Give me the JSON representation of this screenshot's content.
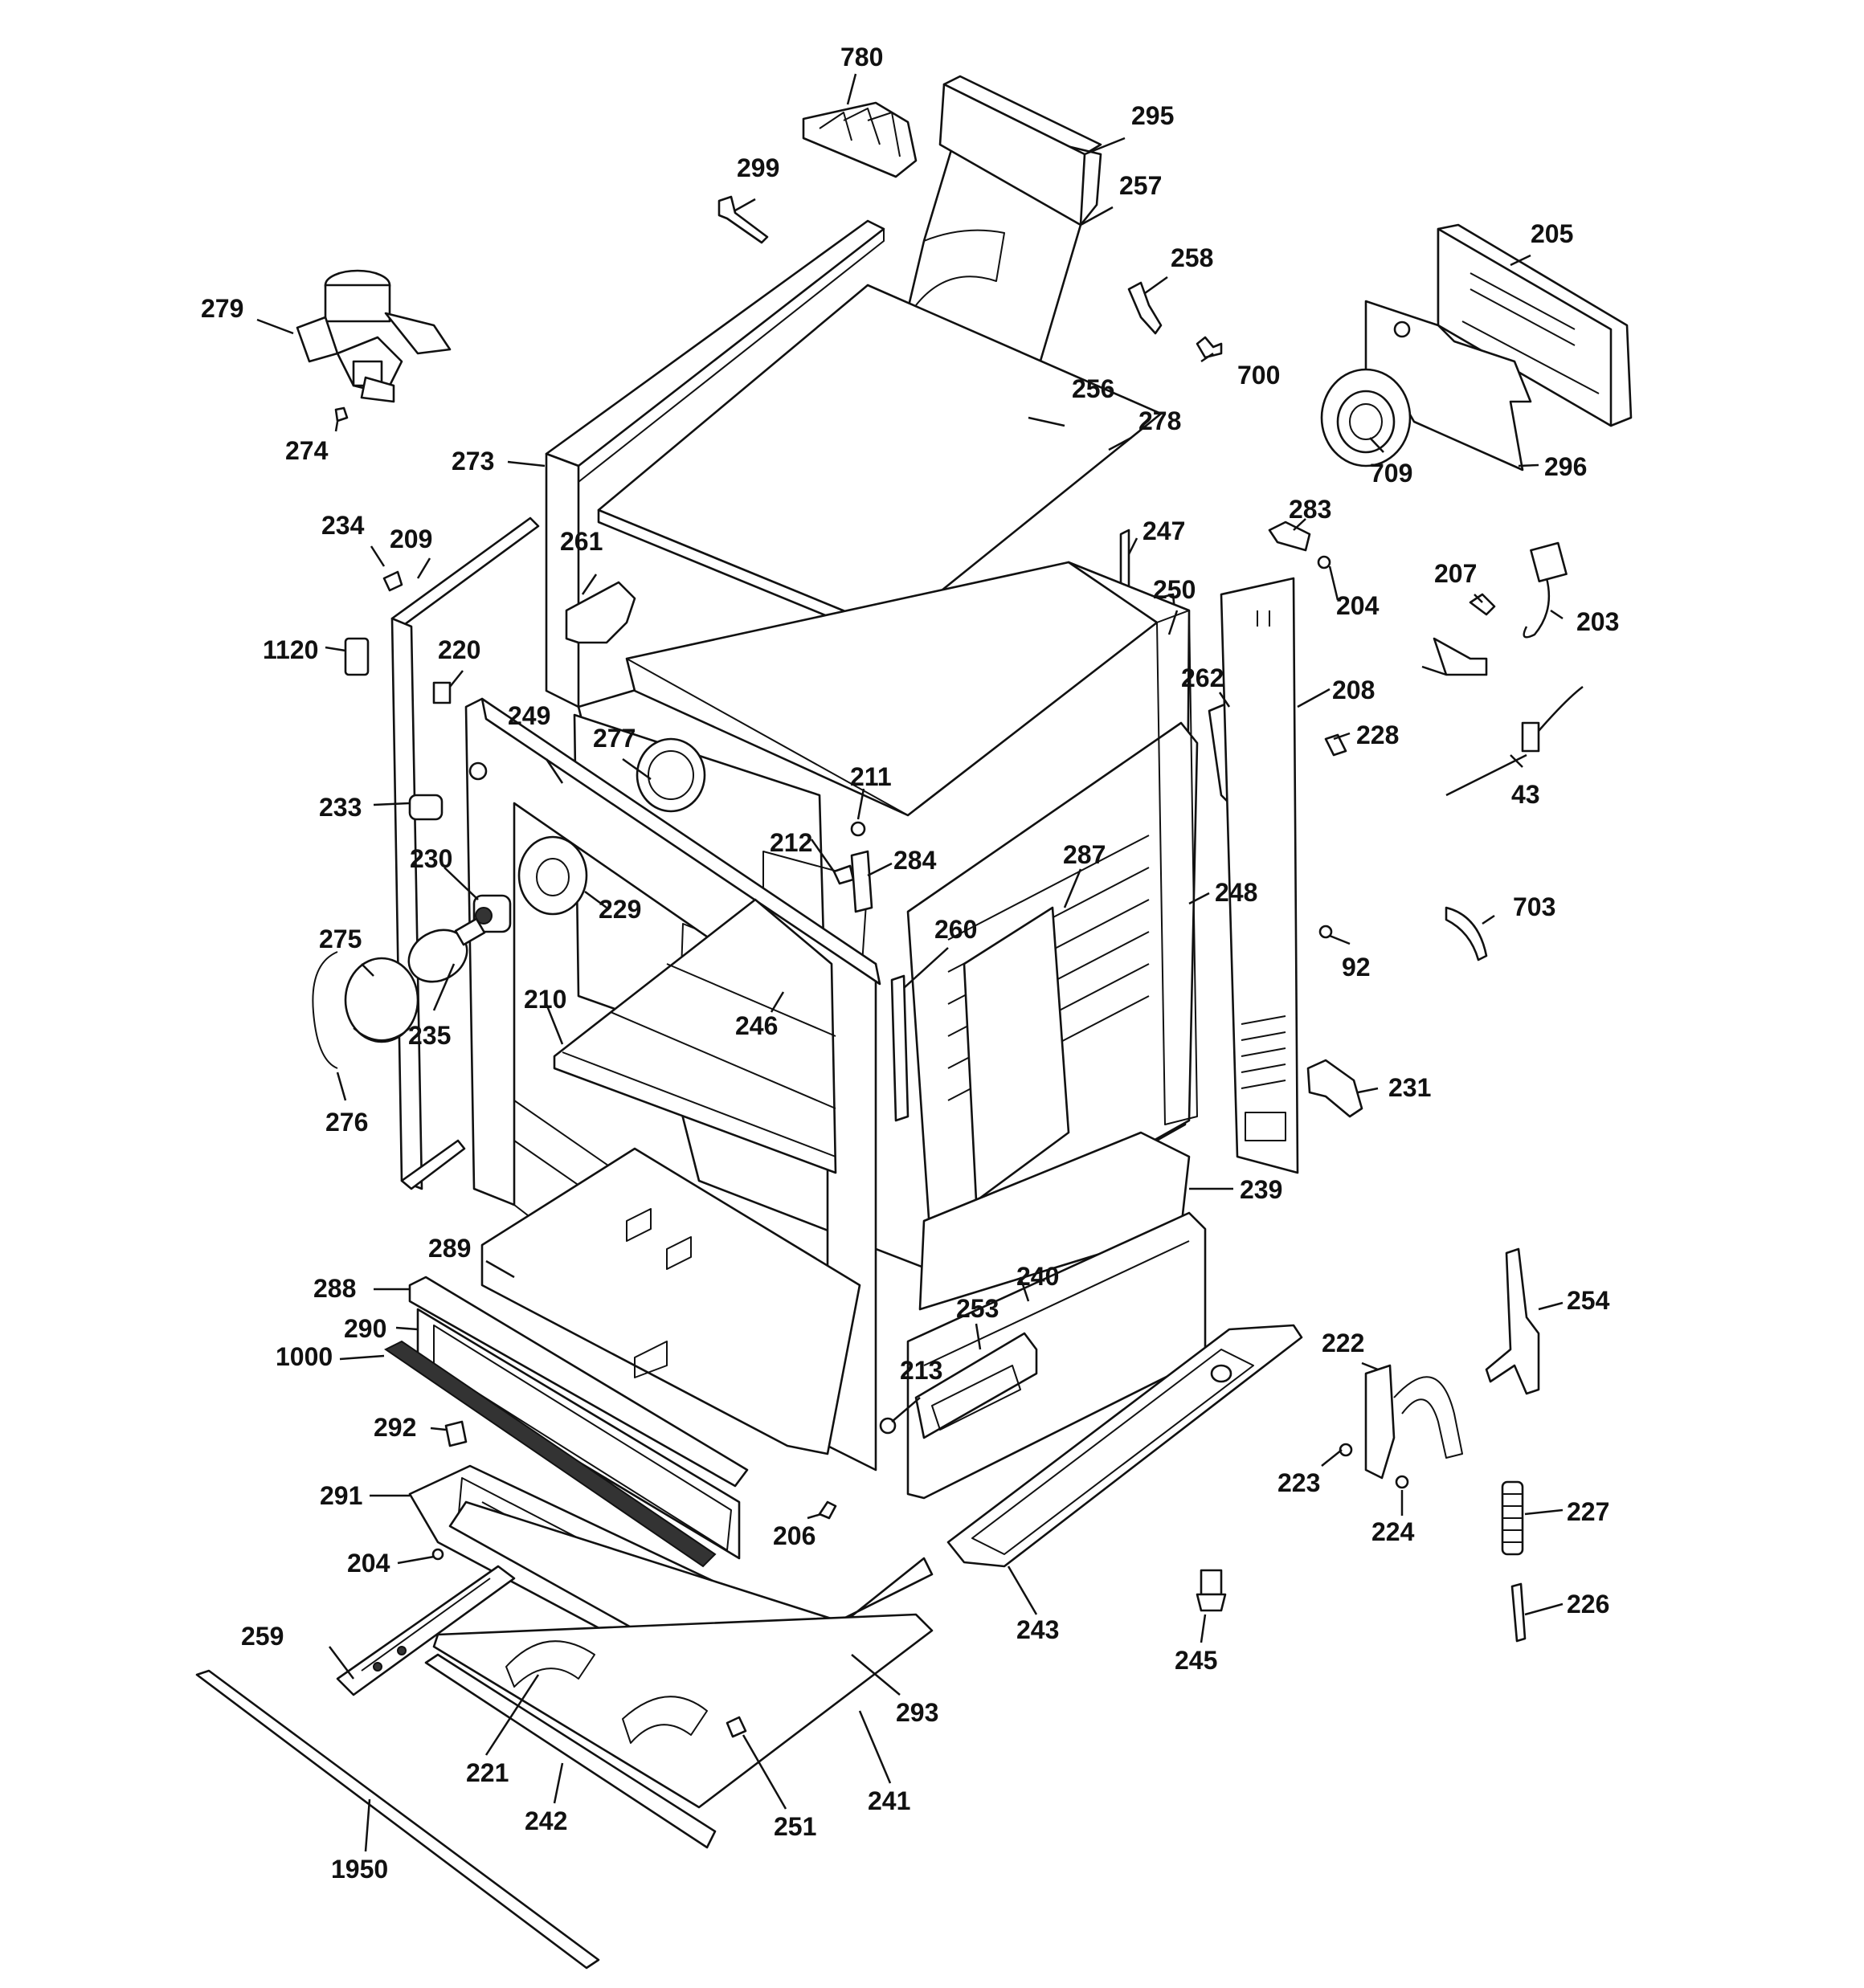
{
  "diagram": {
    "type": "exploded parts diagram",
    "labels": {
      "p780": "780",
      "p295": "295",
      "p299": "299",
      "p257": "257",
      "p258": "258",
      "p205": "205",
      "p279": "279",
      "p700": "700",
      "p256": "256",
      "p278": "278",
      "p274": "274",
      "p273": "273",
      "p709": "709",
      "p296": "296",
      "p283": "283",
      "p234": "234",
      "p209": "209",
      "p261": "261",
      "p247": "247",
      "p204a": "204",
      "p207": "207",
      "p250": "250",
      "p203": "203",
      "p1120": "1120",
      "p220": "220",
      "p262": "262",
      "p208": "208",
      "p249": "249",
      "p277": "277",
      "p228": "228",
      "p211": "211",
      "p233": "233",
      "p43": "43",
      "p212": "212",
      "p284": "284",
      "p230": "230",
      "p287": "287",
      "p229": "229",
      "p248": "248",
      "p703": "703",
      "p275": "275",
      "p260": "260",
      "p92": "92",
      "p210": "210",
      "p246": "246",
      "p235": "235",
      "p231": "231",
      "p276": "276",
      "p239": "239",
      "p289": "289",
      "p240": "240",
      "p288": "288",
      "p253": "253",
      "p254": "254",
      "p290": "290",
      "p222": "222",
      "p1000": "1000",
      "p213": "213",
      "p292": "292",
      "p223": "223",
      "p291": "291",
      "p224": "224",
      "p227": "227",
      "p206": "206",
      "p204b": "204",
      "p243": "243",
      "p226": "226",
      "p259": "259",
      "p245": "245",
      "p293": "293",
      "p221": "221",
      "p241": "241",
      "p242": "242",
      "p251": "251",
      "p1950": "1950"
    }
  }
}
